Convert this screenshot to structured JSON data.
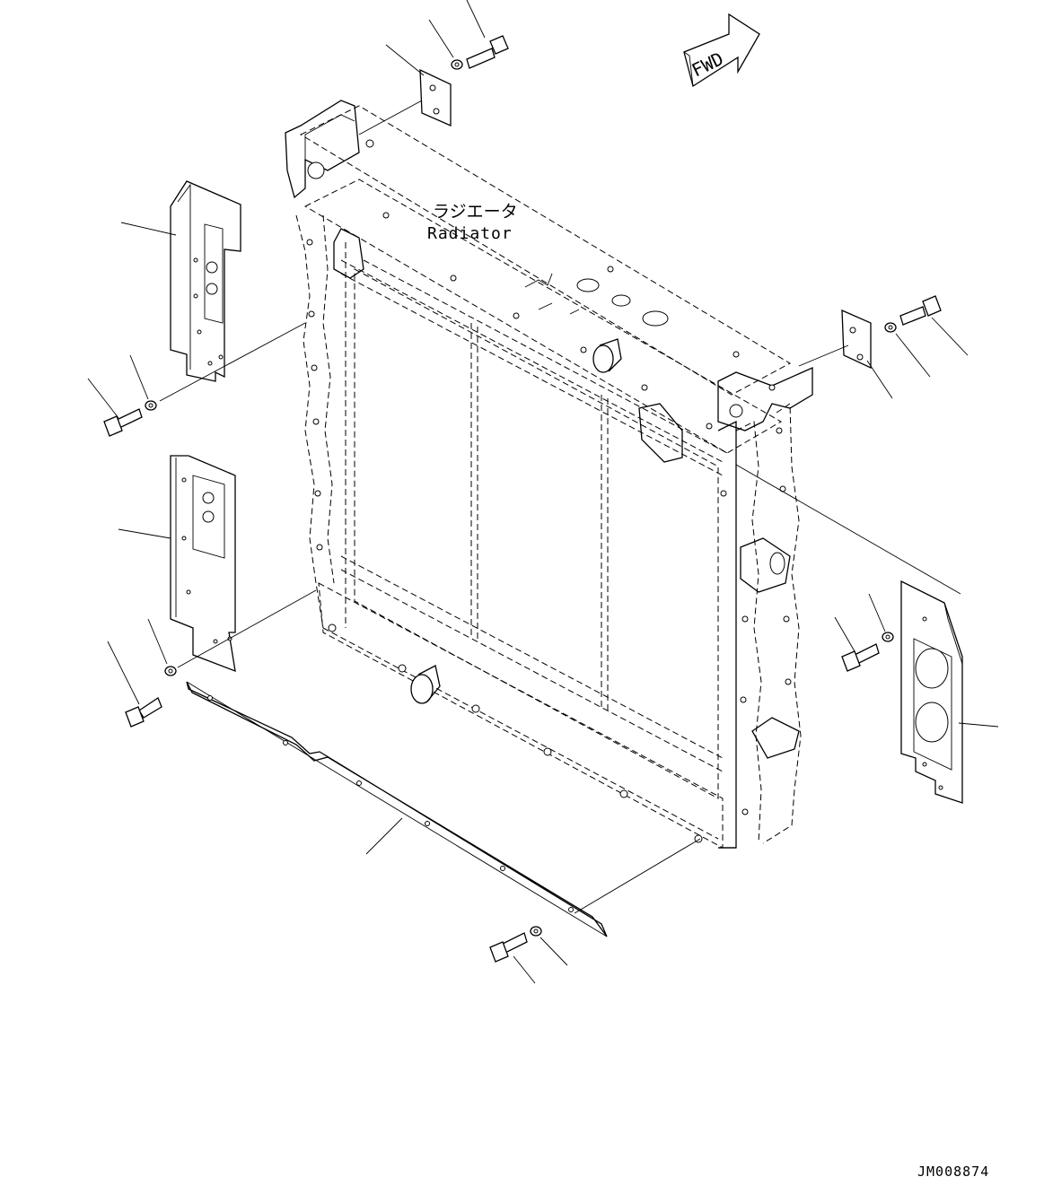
{
  "main_part": {
    "label_ja": "ラジエータ",
    "label_en": "Radiator"
  },
  "direction_indicator": {
    "label": "FWD"
  },
  "drawing_number": "JM008874",
  "callouts": [
    {
      "part": "upper-bolt"
    },
    {
      "part": "upper-washer"
    },
    {
      "part": "upper-bracket"
    },
    {
      "part": "left-upper-cover"
    },
    {
      "part": "left-upper-bolt"
    },
    {
      "part": "left-upper-washer"
    },
    {
      "part": "left-lower-cover"
    },
    {
      "part": "left-lower-bolt"
    },
    {
      "part": "left-lower-washer"
    },
    {
      "part": "bottom-strip"
    },
    {
      "part": "bottom-bolt"
    },
    {
      "part": "bottom-washer"
    },
    {
      "part": "right-bracket"
    },
    {
      "part": "right-upper-washer"
    },
    {
      "part": "right-upper-bolt"
    },
    {
      "part": "right-cover"
    },
    {
      "part": "right-lower-bolt"
    },
    {
      "part": "right-lower-washer"
    }
  ]
}
